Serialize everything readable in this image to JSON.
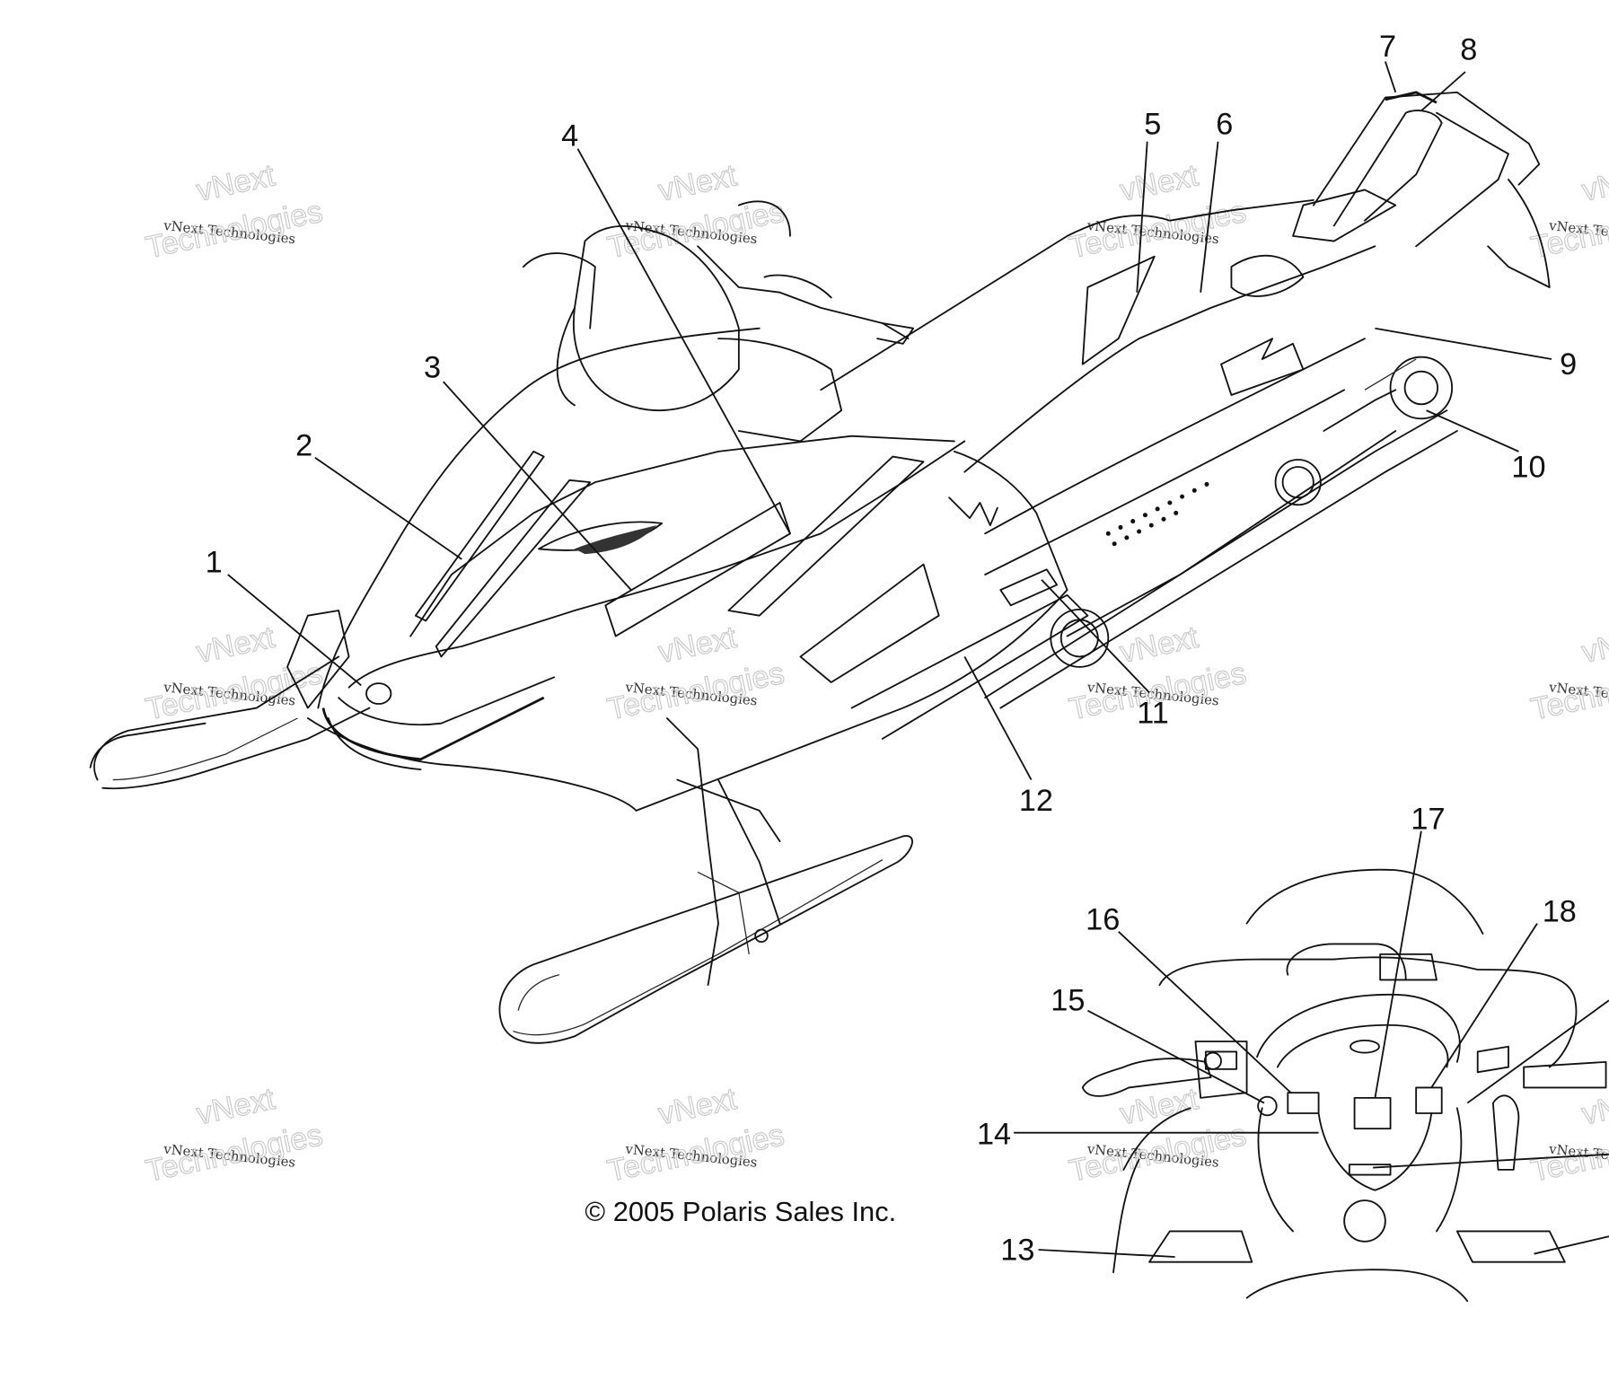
{
  "diagram": {
    "title": "Snowmobile decal parts diagram",
    "copyright": "© 2005 Polaris Sales Inc.",
    "watermark": {
      "line_small": "vNext Technologies",
      "line_big_1": "vNext",
      "line_big_2": "Technologies"
    },
    "callouts": [
      {
        "id": "1",
        "label": "1"
      },
      {
        "id": "2",
        "label": "2"
      },
      {
        "id": "3",
        "label": "3"
      },
      {
        "id": "4",
        "label": "4"
      },
      {
        "id": "5",
        "label": "5"
      },
      {
        "id": "6",
        "label": "6"
      },
      {
        "id": "7",
        "label": "7"
      },
      {
        "id": "8",
        "label": "8"
      },
      {
        "id": "9",
        "label": "9"
      },
      {
        "id": "10",
        "label": "10"
      },
      {
        "id": "11",
        "label": "11"
      },
      {
        "id": "12",
        "label": "12"
      },
      {
        "id": "13",
        "label": "13"
      },
      {
        "id": "14",
        "label": "14"
      },
      {
        "id": "15",
        "label": "15"
      },
      {
        "id": "16",
        "label": "16"
      },
      {
        "id": "17",
        "label": "17"
      },
      {
        "id": "18",
        "label": "18"
      }
    ]
  }
}
